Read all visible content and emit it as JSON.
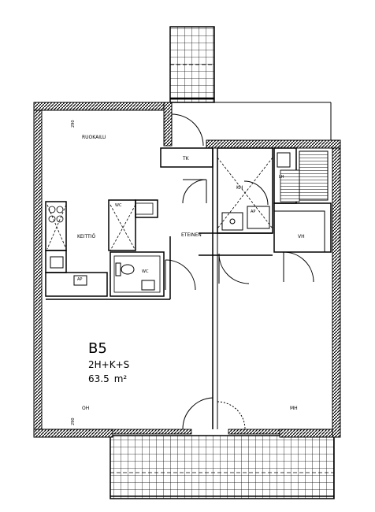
{
  "unit": {
    "code": "B5",
    "type": "2H+K+S",
    "area": "63.5",
    "area_unit": "m²"
  },
  "rooms": {
    "ruokailu": "RUOKAILU",
    "keittio": "KEITTIÖ",
    "eteinen": "ETEINEN",
    "tk": "TK",
    "kh": "KH",
    "wc": "WC",
    "lh": "LH",
    "vh": "VH",
    "oh": "OH",
    "mh": "MH"
  },
  "dimensions": {
    "top_left": "290",
    "bottom_left": "290"
  },
  "fixtures": {
    "ap_kh": "AP",
    "ap_kit": "AP",
    "wc_mark": "WC"
  }
}
